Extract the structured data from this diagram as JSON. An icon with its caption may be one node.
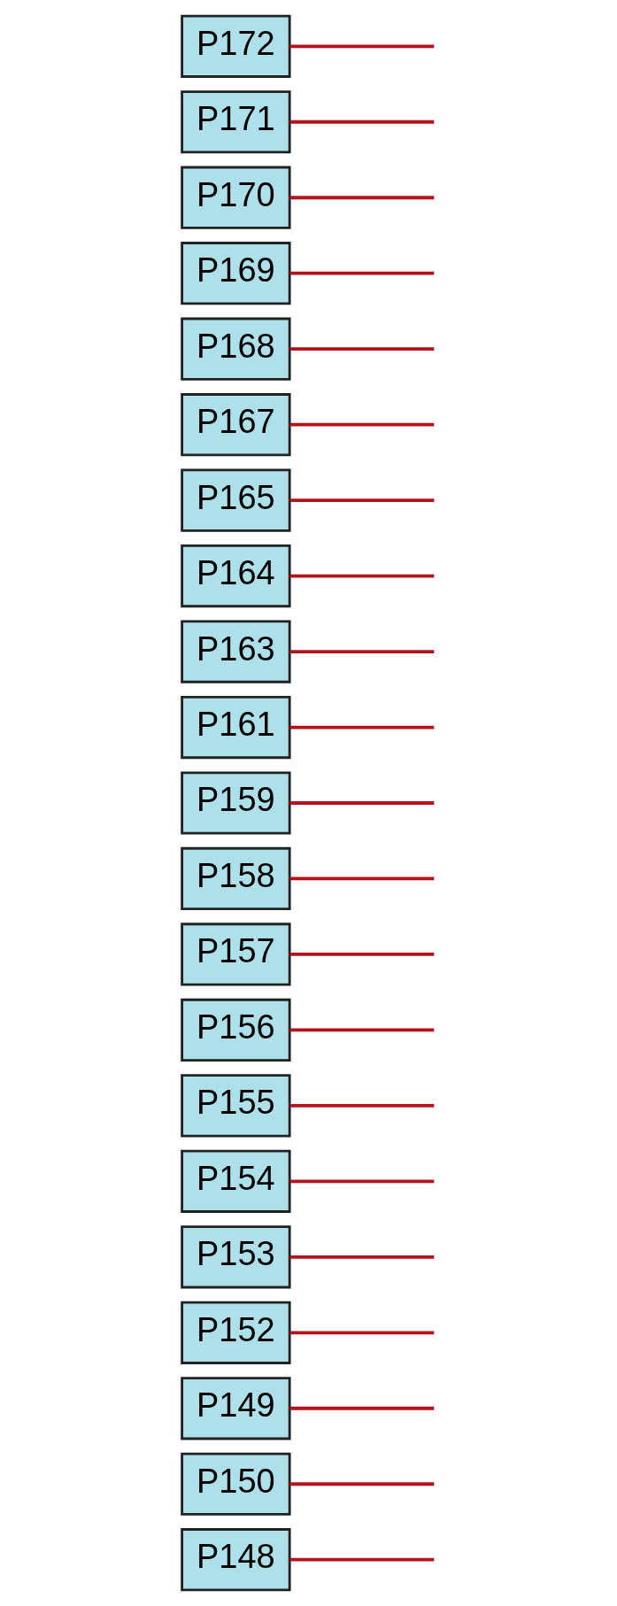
{
  "diagram": {
    "nodes": [
      {
        "text": [
          "P172"
        ]
      },
      {
        "text": [
          "P171"
        ]
      },
      {
        "text": [
          "P170"
        ]
      },
      {
        "text": [
          "P169"
        ]
      },
      {
        "text": [
          "P168"
        ]
      },
      {
        "text": [
          "P167"
        ]
      },
      {
        "text": [
          "P165"
        ]
      },
      {
        "text": [
          "P164"
        ]
      },
      {
        "text": [
          "P163"
        ]
      },
      {
        "text": [
          "P161"
        ]
      },
      {
        "text": [
          "P159"
        ]
      },
      {
        "text": [
          "P158"
        ]
      },
      {
        "text": [
          "P157"
        ]
      },
      {
        "text": [
          "P156"
        ]
      },
      {
        "text": [
          "P155"
        ]
      },
      {
        "text": [
          "P154"
        ]
      },
      {
        "text": [
          "P153"
        ]
      },
      {
        "text": [
          "P152"
        ]
      },
      {
        "text": [
          "P149"
        ]
      },
      {
        "text": [
          "P150"
        ]
      },
      {
        "text": [
          "P148"
        ]
      }
    ],
    "edges": [
      {
        "from": 0,
        "to": null,
        "arrow": "none"
      },
      {
        "from": 1,
        "to": null,
        "arrow": "none"
      },
      {
        "from": 2,
        "to": null,
        "arrow": "none"
      },
      {
        "from": 3,
        "to": null,
        "arrow": "none"
      },
      {
        "from": 4,
        "to": null,
        "arrow": "none"
      },
      {
        "from": 5,
        "to": null,
        "arrow": "none"
      },
      {
        "from": 6,
        "to": null,
        "arrow": "none"
      },
      {
        "from": 7,
        "to": null,
        "arrow": "none"
      },
      {
        "from": 8,
        "to": null,
        "arrow": "none"
      },
      {
        "from": 9,
        "to": null,
        "arrow": "none"
      },
      {
        "from": 10,
        "to": null,
        "arrow": "none"
      },
      {
        "from": 11,
        "to": null,
        "arrow": "none"
      },
      {
        "from": 12,
        "to": null,
        "arrow": "none"
      },
      {
        "from": 13,
        "to": null,
        "arrow": "none"
      },
      {
        "from": 14,
        "to": null,
        "arrow": "none"
      },
      {
        "from": 15,
        "to": null,
        "arrow": "none"
      },
      {
        "from": 16,
        "to": null,
        "arrow": "none"
      },
      {
        "from": 17,
        "to": null,
        "arrow": "none"
      },
      {
        "from": 18,
        "to": null,
        "arrow": "none"
      },
      {
        "from": 19,
        "to": null,
        "arrow": "none"
      },
      {
        "from": 20,
        "to": null,
        "arrow": "none"
      }
    ]
  }
}
